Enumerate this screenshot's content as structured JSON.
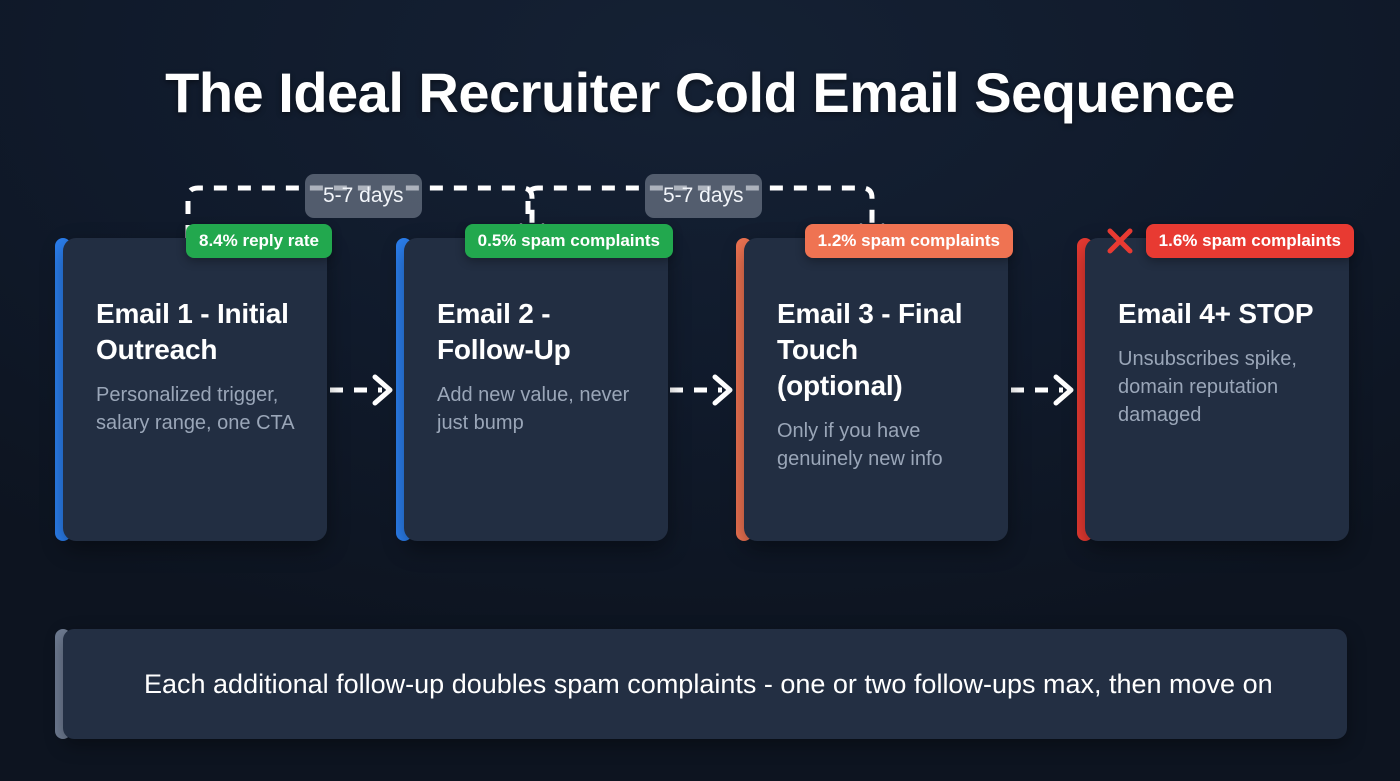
{
  "page": {
    "title": "The Ideal Recruiter Cold Email Sequence",
    "background_color": "#101a2b"
  },
  "connectors": {
    "delays": [
      {
        "label": "5-7 days"
      },
      {
        "label": "5-7 days"
      }
    ],
    "dash_color": "#ffffff",
    "pill_color": "#7a8494"
  },
  "cards": [
    {
      "title": "Email 1 - Initial Outreach",
      "description": "Personalized trigger, salary range, one CTA",
      "badge": {
        "label": "8.4% reply rate",
        "color": "#22a84e"
      },
      "accent_color": "#2b7fef",
      "icon": null
    },
    {
      "title": "Email 2 - Follow-Up",
      "description": "Add new value, never just bump",
      "badge": {
        "label": "0.5% spam complaints",
        "color": "#22a84e"
      },
      "accent_color": "#2b7fef",
      "icon": null
    },
    {
      "title": "Email 3 - Final Touch (optional)",
      "description": "Only if you have genuinely new info",
      "badge": {
        "label": "1.2% spam complaints",
        "color": "#ef7352"
      },
      "accent_color": "#ef7352",
      "icon": null
    },
    {
      "title": "Email 4+ STOP",
      "description": "Unsubscribes spike, domain reputation damaged",
      "badge": {
        "label": "1.6% spam complaints",
        "color": "#e83a32"
      },
      "accent_color": "#e83a32",
      "icon": "x-mark-icon"
    }
  ],
  "banner": {
    "text": "Each additional follow-up doubles spam complaints - one or two follow-ups max, then move on",
    "accent_color": "#6e7b91"
  }
}
